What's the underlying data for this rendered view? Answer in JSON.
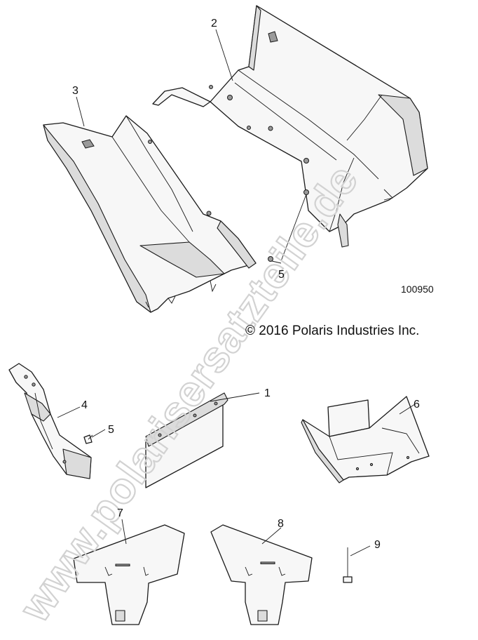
{
  "diagram": {
    "drawing_number": "100950",
    "copyright": "© 2016 Polaris Industries Inc.",
    "watermark": "www.polarisersatzteile.de",
    "callouts": [
      {
        "id": "callout-1",
        "label": "1"
      },
      {
        "id": "callout-2",
        "label": "2"
      },
      {
        "id": "callout-3",
        "label": "3"
      },
      {
        "id": "callout-4",
        "label": "4"
      },
      {
        "id": "callout-5a",
        "label": "5"
      },
      {
        "id": "callout-5b",
        "label": "5"
      },
      {
        "id": "callout-6",
        "label": "6"
      },
      {
        "id": "callout-7",
        "label": "7"
      },
      {
        "id": "callout-8",
        "label": "8"
      },
      {
        "id": "callout-9",
        "label": "9"
      }
    ]
  }
}
